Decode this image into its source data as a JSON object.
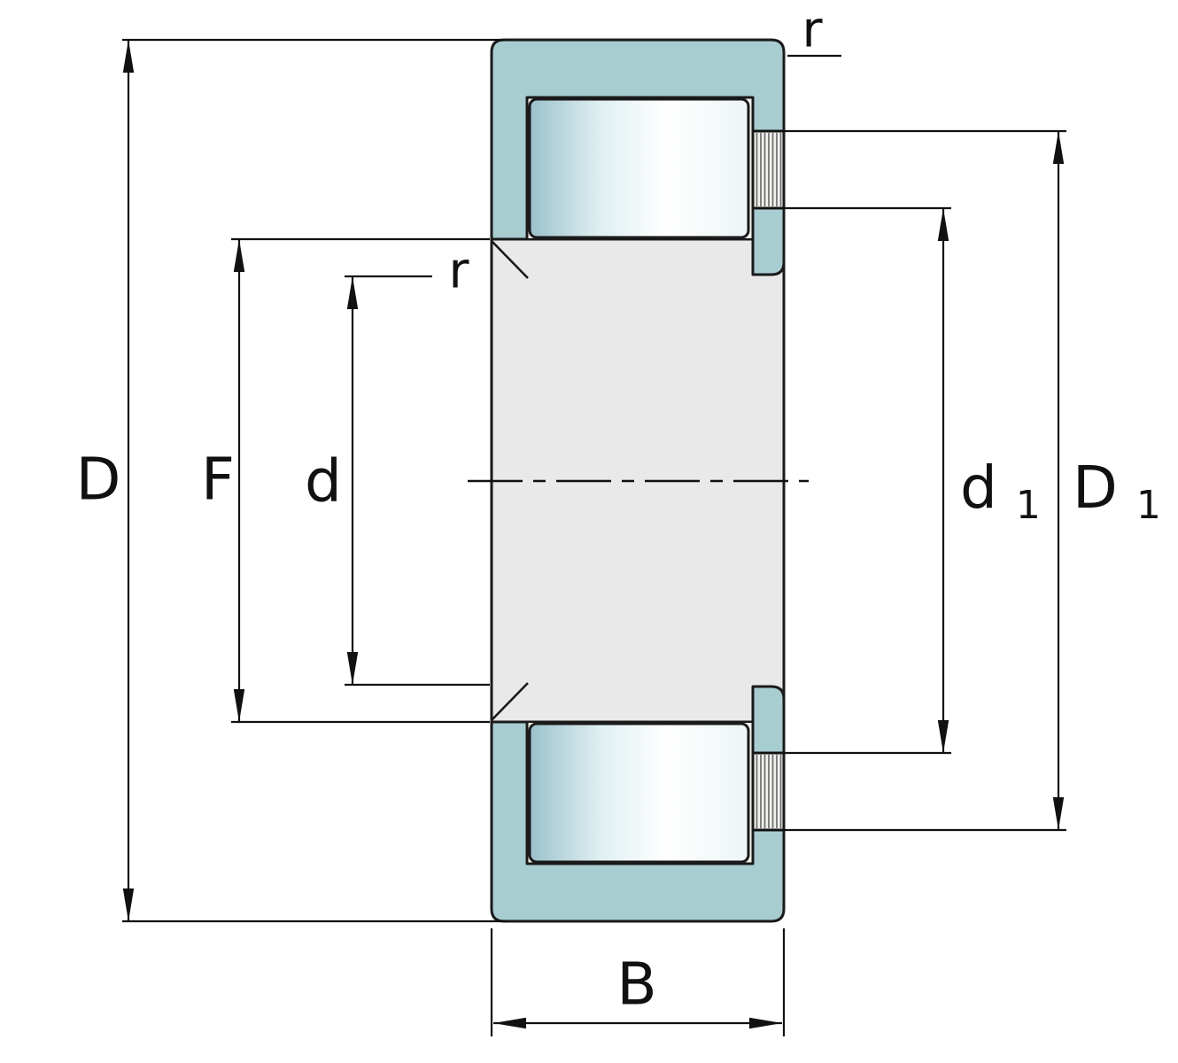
{
  "drawing": {
    "labels": {
      "outer_diameter": "D",
      "flange_diameter": "F",
      "bore_diameter": "d",
      "inner_shoulder_main": "d",
      "inner_shoulder_sub": "1",
      "outer_shoulder_main": "D",
      "outer_shoulder_sub": "1",
      "width": "B",
      "radius_inner": "r",
      "radius_outer": "r"
    },
    "colors": {
      "background": "#ffffff",
      "outline": "#1a1a1a",
      "dimension": "#111111",
      "ring_teal": "#a8cdd1",
      "inner_steel": "#e9e9e9",
      "pocket_cream": "#f7f5ef",
      "recess_bg": "#f1f1ee",
      "rib_line": "#6e6e6e",
      "roller_edge_dark": "#9bc1cb",
      "roller_mid": "#dfeff2",
      "roller_highlight": "#ffffff",
      "roller_edge_light": "#edf5f7"
    }
  }
}
